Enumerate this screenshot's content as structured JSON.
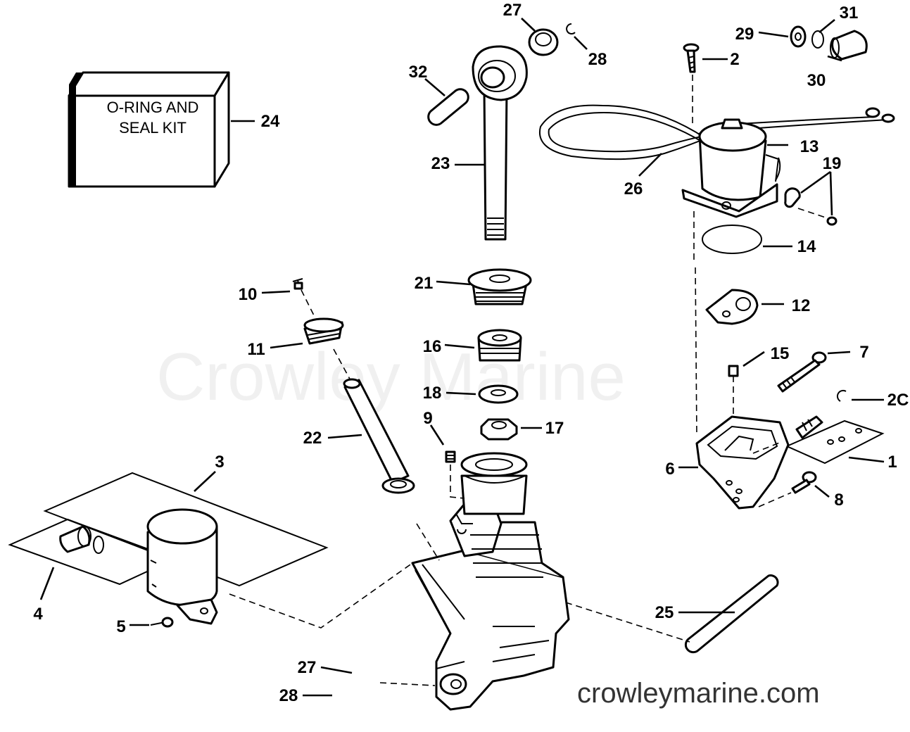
{
  "kit_box": {
    "line1": "O-RING AND",
    "line2": "SEAL KIT"
  },
  "watermark": "Crowley Marine",
  "website": "crowleymarine.com",
  "callouts": {
    "c1": "1",
    "c2": "2",
    "c3": "3",
    "c4": "4",
    "c5": "5",
    "c6": "6",
    "c7": "7",
    "c8": "8",
    "c9": "9",
    "c10": "10",
    "c11": "11",
    "c12": "12",
    "c13": "13",
    "c14": "14",
    "c15": "15",
    "c16": "16",
    "c17": "17",
    "c18": "18",
    "c19": "19",
    "c20": "2C",
    "c21": "21",
    "c22": "22",
    "c23": "23",
    "c24": "24",
    "c25": "25",
    "c26": "26",
    "c27a": "27",
    "c27b": "27",
    "c28a": "28",
    "c28b": "28",
    "c29": "29",
    "c30": "30",
    "c31": "31",
    "c32": "32"
  },
  "colors": {
    "ink": "#000000",
    "background": "#ffffff",
    "site_text": "#333333"
  }
}
